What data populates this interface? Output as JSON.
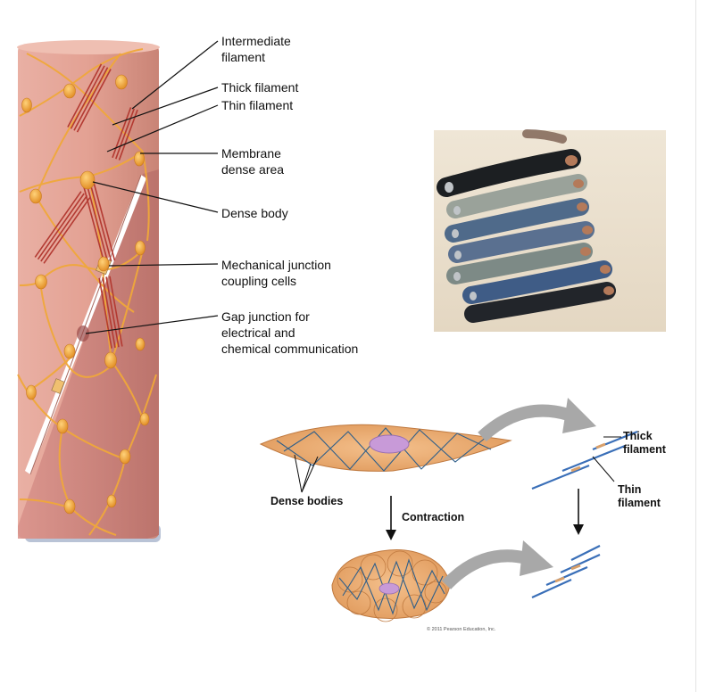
{
  "labels": {
    "intermediate_filament": [
      "Intermediate",
      "filament"
    ],
    "thick_filament": "Thick filament",
    "thin_filament": "Thin filament",
    "membrane_dense_area": [
      "Membrane",
      "dense area"
    ],
    "dense_body": "Dense body",
    "mechanical_junction": [
      "Mechanical junction",
      "coupling cells"
    ],
    "gap_junction": [
      "Gap junction for",
      "electrical and",
      "chemical communication"
    ]
  },
  "contraction_diagram": {
    "thick_filament": [
      "Thick",
      "filament"
    ],
    "thin_filament": [
      "Thin",
      "filament"
    ],
    "dense_bodies": "Dense bodies",
    "contraction": "Contraction",
    "credit": "© 2011 Pearson Education, Inc."
  },
  "colors": {
    "cell_fill": "#e2a092",
    "cell_dark": "#c27a6c",
    "filament_orange": "#f0a83a",
    "dense_body": "#f2a23a",
    "myosin_red": "#b33a32",
    "blue_filament": "#3a6fb8",
    "tan_filament": "#d9a06a",
    "smooth_cell": "#e8a870",
    "nucleus": "#c89ad8",
    "arrow_gray": "#a8a8a8"
  }
}
